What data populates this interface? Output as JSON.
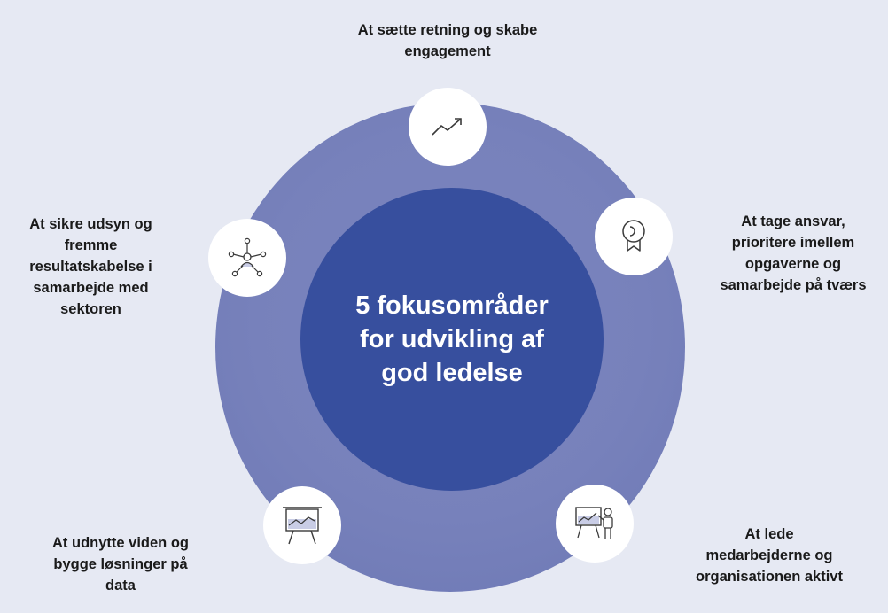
{
  "center": {
    "title": "5 fokusområder\nfor udvikling af\ngod ledelse"
  },
  "areas": [
    {
      "label": "At sætte retning og skabe\nengagement",
      "icon": "trend-arrow-icon"
    },
    {
      "label": "At tage ansvar,\nprioritere imellem\nopgaverne og\nsamarbejde på tværs",
      "icon": "award-ribbon-icon"
    },
    {
      "label": "At lede\nmedarbejderne og\norganisationen aktivt",
      "icon": "presenter-board-icon"
    },
    {
      "label": "At udnytte viden og\nbygge løsninger på\ndata",
      "icon": "chart-easel-icon"
    },
    {
      "label": "At sikre udsyn og\nfremme\nresultatskabelse i\nsamarbejde med\nsektoren",
      "icon": "network-people-icon"
    }
  ],
  "colors": {
    "background": "#e6e9f3",
    "outer_ring": "#7781bb",
    "inner_circle": "#374f9e",
    "badge": "#ffffff",
    "text": "#1a1a1a"
  }
}
